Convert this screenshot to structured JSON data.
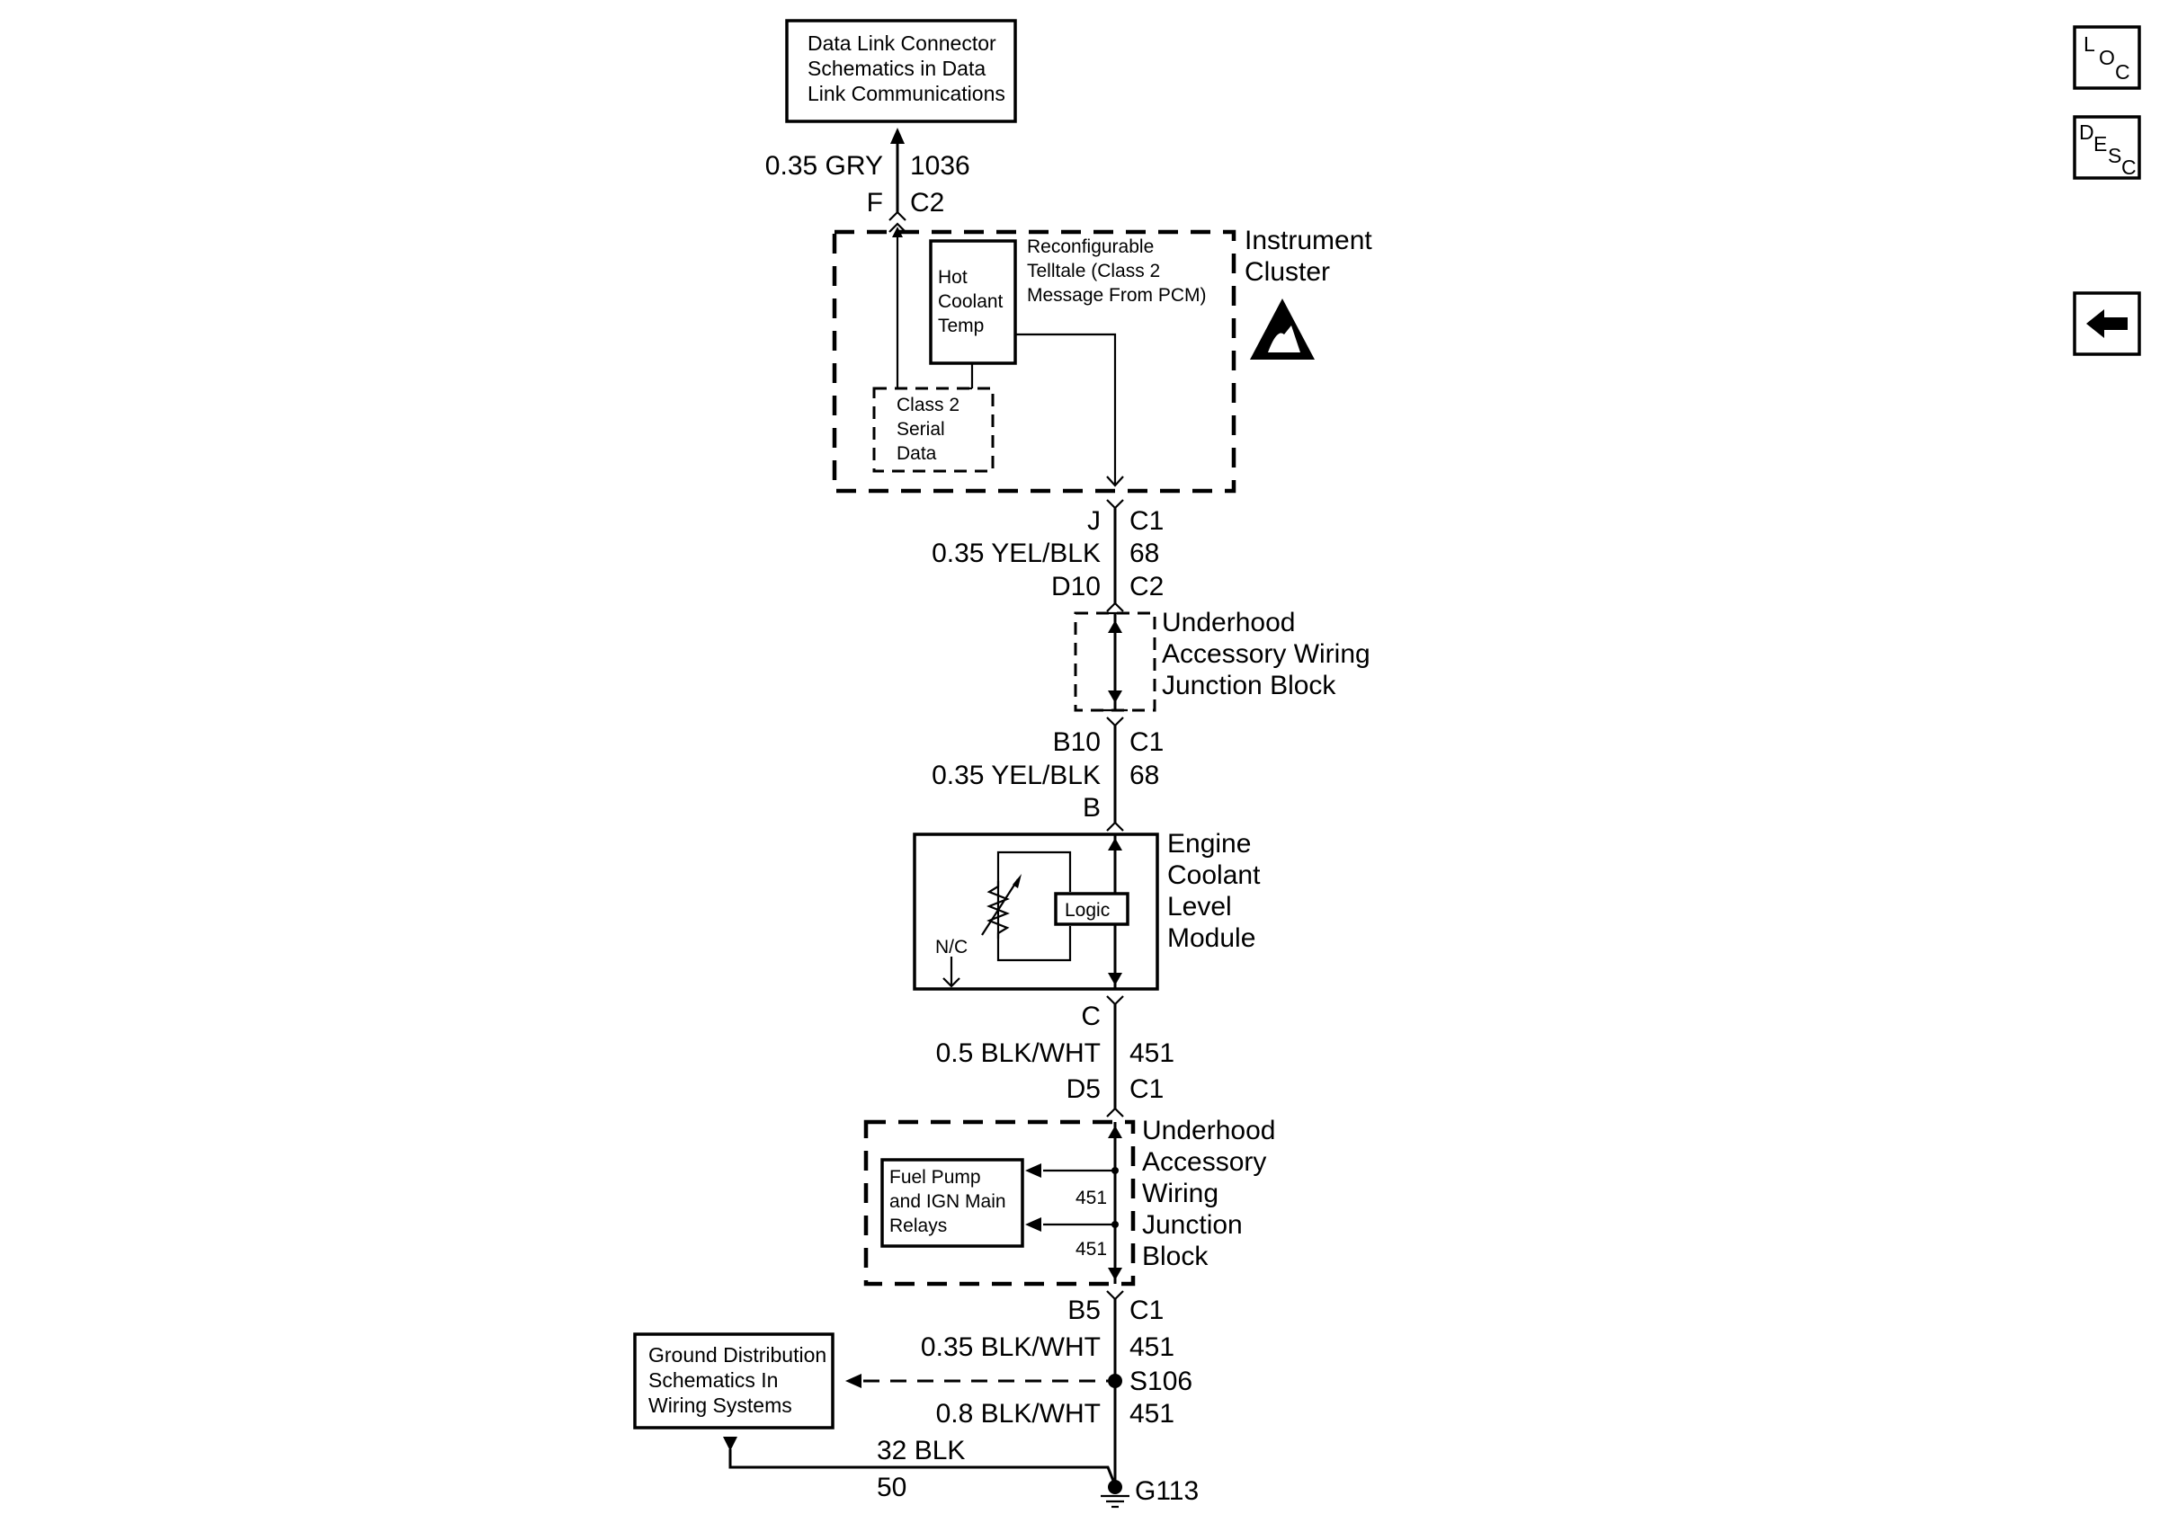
{
  "nav": {
    "loc": {
      "l1": "L",
      "l2": "O",
      "l3": "C"
    },
    "desc": {
      "l1": "D",
      "l2": "E",
      "l3": "S",
      "l4": "C"
    }
  },
  "dlc_box": [
    "Data Link Connector",
    "Schematics in Data",
    "Link Communications"
  ],
  "top_wire": {
    "gauge_color": "0.35 GRY",
    "circuit": "1036",
    "pin": "F",
    "connector": "C2"
  },
  "instrument_cluster": {
    "label": [
      "Instrument",
      "Cluster"
    ],
    "hot_coolant": [
      "Hot",
      "Coolant",
      "Temp"
    ],
    "telltale": [
      "Reconfigurable",
      "Telltale (Class 2",
      "Message From PCM)"
    ],
    "serial_data": [
      "Class 2",
      "Serial",
      "Data"
    ]
  },
  "wire_ic_uajb": {
    "pin_top": "J",
    "conn_top": "C1",
    "gauge_color": "0.35 YEL/BLK",
    "circuit": "68",
    "pin_bottom": "D10",
    "conn_bottom": "C2"
  },
  "uajb_1": {
    "label": [
      "Underhood",
      "Accessory Wiring",
      "Junction Block"
    ]
  },
  "wire_uajb_ecl": {
    "pin_top": "B10",
    "conn_top": "C1",
    "gauge_color": "0.35 YEL/BLK",
    "circuit": "68",
    "pin_bottom": "B"
  },
  "ecl_module": {
    "label": [
      "Engine",
      "Coolant",
      "Level",
      "Module"
    ],
    "logic": "Logic",
    "nc": "N/C"
  },
  "wire_ecl_uajb": {
    "pin_top": "C",
    "gauge_color": "0.5 BLK/WHT",
    "circuit": "451",
    "pin_bottom": "D5",
    "conn_bottom": "C1"
  },
  "uajb_2": {
    "label": [
      "Underhood",
      "Accessory",
      "Wiring",
      "Junction",
      "Block"
    ],
    "relays": [
      "Fuel Pump",
      "and IGN Main",
      "Relays"
    ],
    "circuit_a": "451",
    "circuit_b": "451"
  },
  "wire_ground": {
    "pin": "B5",
    "connector": "C1",
    "gauge_color_top": "0.35 BLK/WHT",
    "circuit_top": "451",
    "splice": "S106",
    "gauge_color_bottom": "0.8 BLK/WHT",
    "circuit_bottom": "451",
    "side_gauge_color": "32 BLK",
    "side_circuit": "50",
    "ground": "G113"
  },
  "ground_box": [
    "Ground Distribution",
    "Schematics In",
    "Wiring Systems"
  ]
}
